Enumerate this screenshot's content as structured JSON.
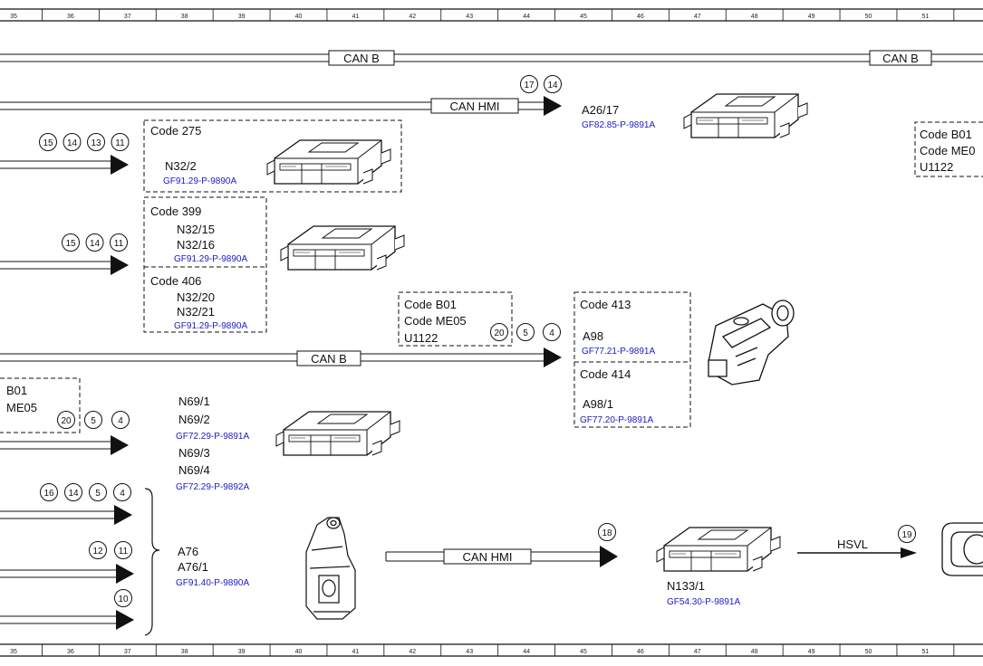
{
  "ruler": {
    "labels": [
      "35",
      "36",
      "37",
      "38",
      "39",
      "40",
      "41",
      "42",
      "43",
      "44",
      "45",
      "46",
      "47",
      "48",
      "49",
      "50",
      "51"
    ]
  },
  "bus": {
    "can_b_top_a": "CAN B",
    "can_b_top_b": "CAN B",
    "can_hmi_top": "CAN HMI",
    "can_b_mid": "CAN B",
    "can_hmi_bottom": "CAN HMI",
    "hsvl": "HSVL"
  },
  "circles": {
    "c17": "17",
    "c14a": "14",
    "r1": [
      "15",
      "14",
      "13",
      "11"
    ],
    "r2": [
      "15",
      "14",
      "11"
    ],
    "cb01_mid": [
      "20",
      "5",
      "4"
    ],
    "left_mid": [
      "20",
      "5",
      "4"
    ],
    "r5": [
      "16",
      "14",
      "5",
      "4"
    ],
    "r6": [
      "12",
      "11"
    ],
    "r7": [
      "10"
    ],
    "c18": "18",
    "c19": "19"
  },
  "labels": {
    "a26_17": "A26/17",
    "gf_a26": "GF82.85-P-9891A",
    "code275": "Code 275",
    "n32_2": "N32/2",
    "gf_n32_2": "GF91.29-P-9890A",
    "code399": "Code 399",
    "n32_15": "N32/15",
    "n32_16": "N32/16",
    "gf_n32_15": "GF91.29-P-9890A",
    "code406": "Code 406",
    "n32_20": "N32/20",
    "n32_21": "N32/21",
    "gf_n32_20": "GF91.29-P-9890A",
    "mid_code_b01": "Code B01",
    "mid_code_me05": "Code ME05",
    "mid_u1122": "U1122",
    "code413": "Code 413",
    "a98": "A98",
    "gf_a98": "GF77.21-P-9891A",
    "code414": "Code 414",
    "a98_1": "A98/1",
    "gf_a98_1": "GF77.20-P-9891A",
    "right_code_b01": "Code B01",
    "right_code_me": "Code ME0",
    "right_u1122": "U1122",
    "left_b01": "B01",
    "left_me05": "ME05",
    "n69_1": "N69/1",
    "n69_2": "N69/2",
    "gf_n69_1": "GF72.29-P-9891A",
    "n69_3": "N69/3",
    "n69_4": "N69/4",
    "gf_n69_3": "GF72.29-P-9892A",
    "a76": "A76",
    "a76_1": "A76/1",
    "gf_a76": "GF91.40-P-9890A",
    "n133_1": "N133/1",
    "gf_n133": "GF54.30-P-9891A"
  }
}
